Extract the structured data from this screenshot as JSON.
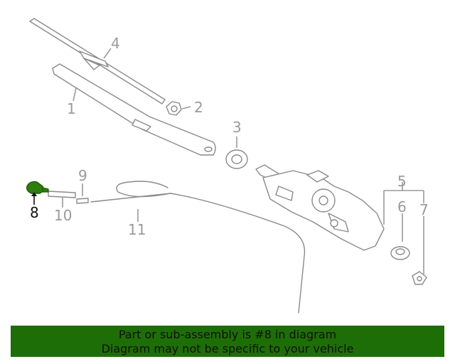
{
  "callouts": {
    "c1": "1",
    "c2": "2",
    "c3": "3",
    "c4": "4",
    "c5": "5",
    "c6": "6",
    "c7": "7",
    "c8": "8",
    "c9": "9",
    "c10": "10",
    "c11": "11"
  },
  "highlight": {
    "part": "8",
    "color": "#2e7d0f"
  },
  "banner": {
    "line1": "Part or sub-assembly is #8 in diagram",
    "line2": "Diagram may not be specific to your vehicle",
    "background": "#1e6e07"
  }
}
